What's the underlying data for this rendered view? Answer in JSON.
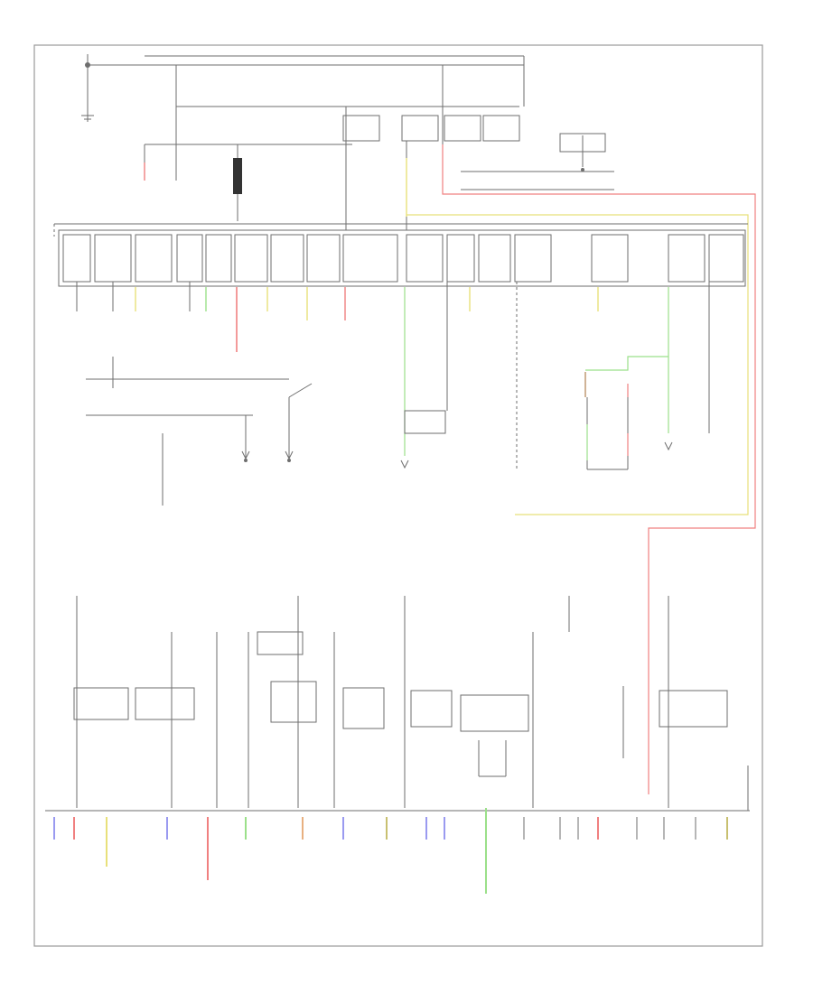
{
  "diagram": {
    "footer_code": "",
    "colors": {
      "wire_default": "#6e6e6e",
      "red": "#f08080",
      "yellow": "#e8e07a",
      "green": "#9be08a",
      "blue": "#9a9af0",
      "orange": "#e8b080",
      "olive": "#c8c070",
      "brown": "#b08050"
    },
    "components": [
      {
        "id": "battery",
        "icon": "battery-icon"
      },
      {
        "id": "fusible-link",
        "icon": "fusible-link-icon"
      },
      {
        "id": "fuse-block-top",
        "icon": "fuse-block"
      },
      {
        "id": "relay-bank-lower",
        "icon": "relay-icon"
      },
      {
        "id": "ground-bus",
        "icon": "ground-icon"
      }
    ]
  }
}
